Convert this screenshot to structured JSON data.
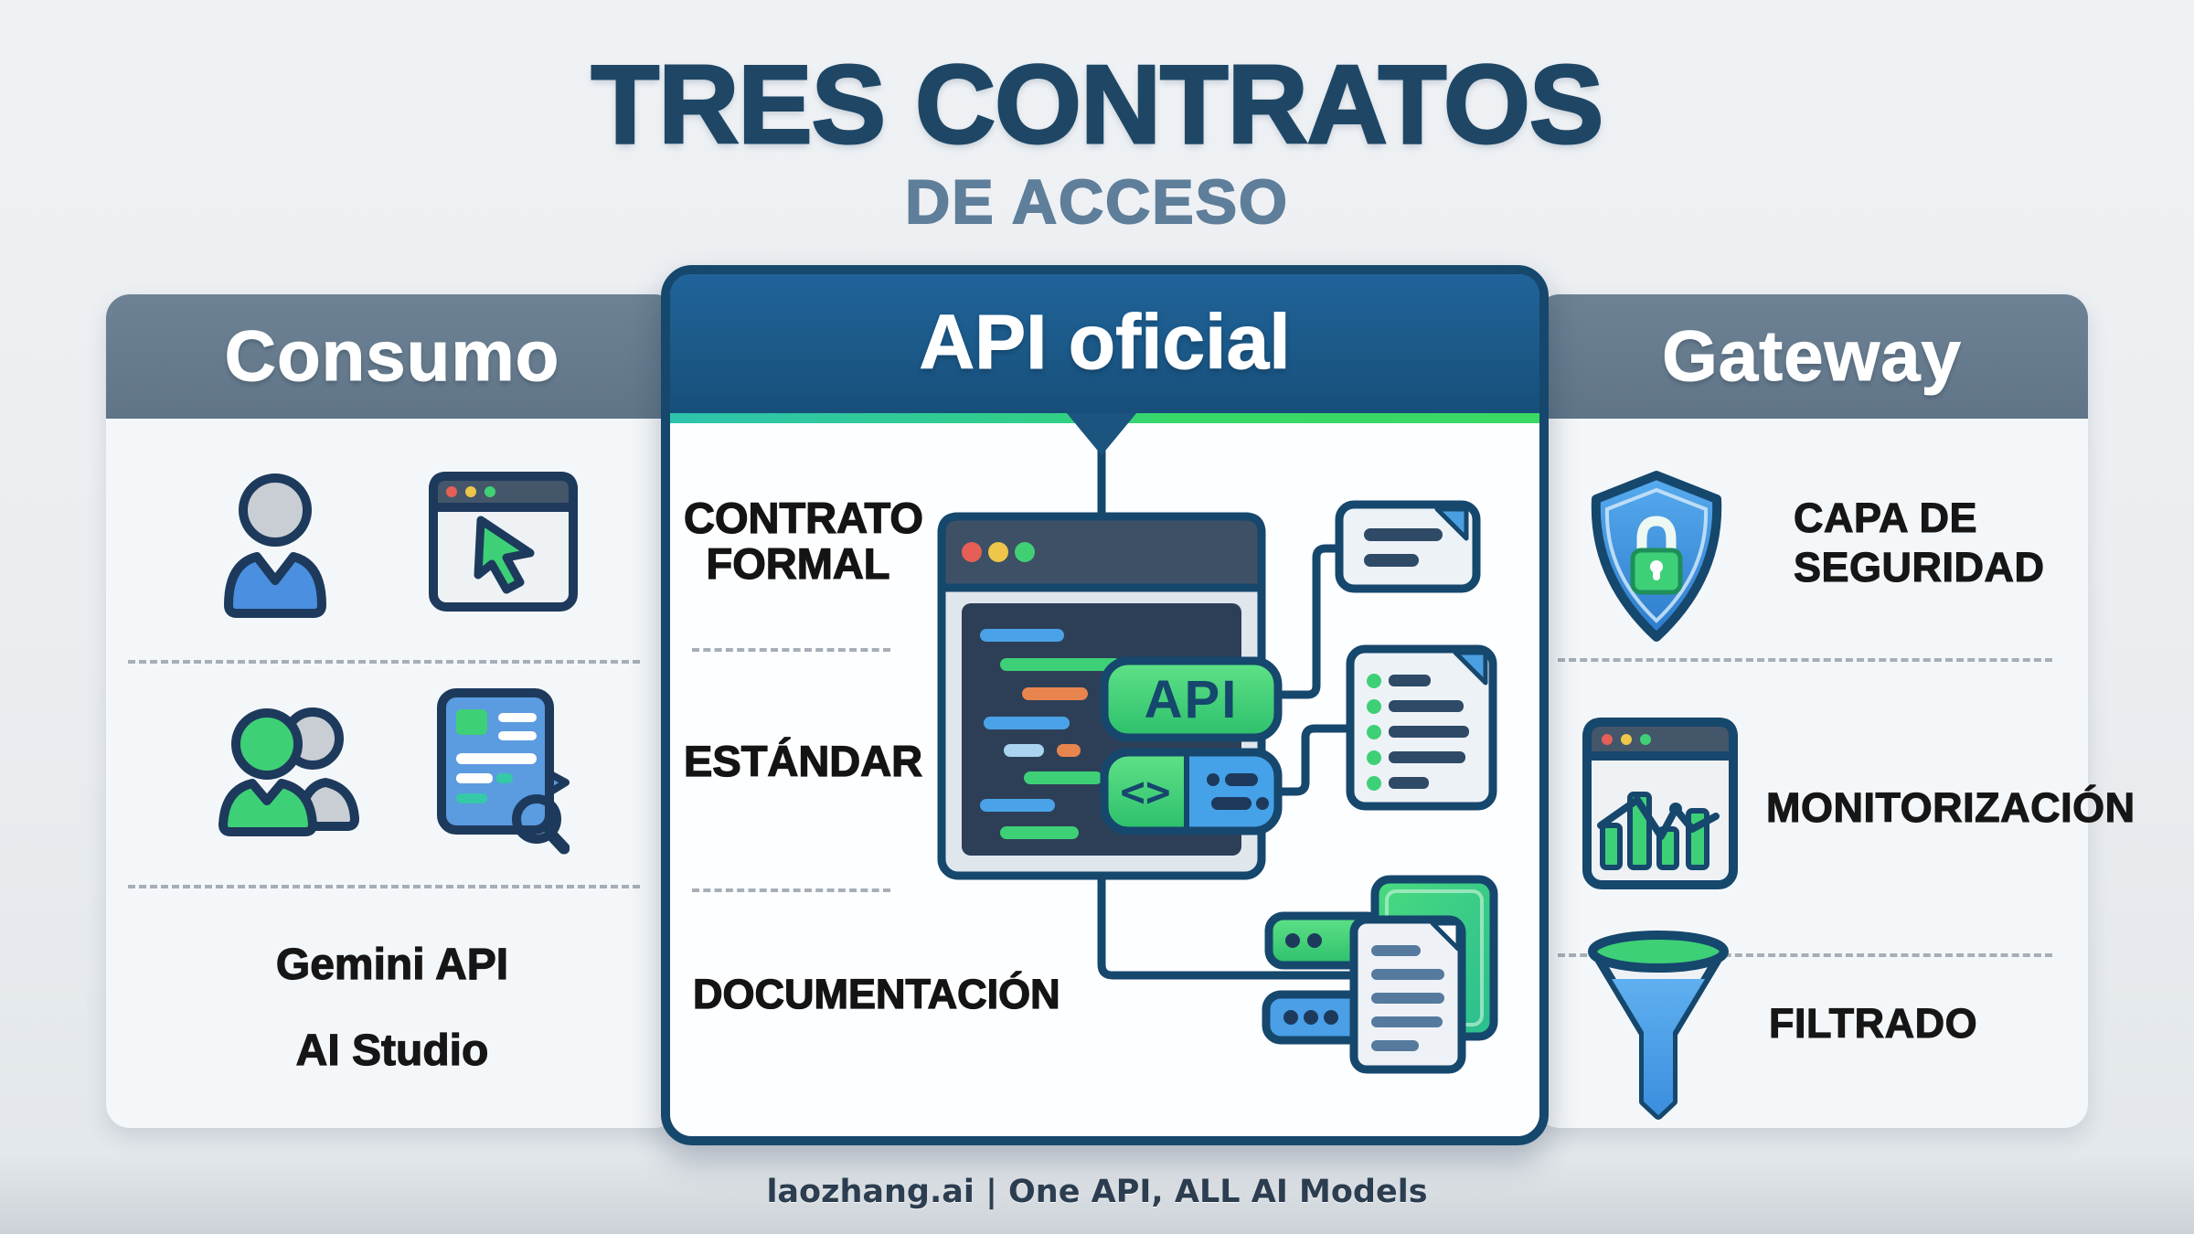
{
  "title": {
    "main": "TRES CONTRATOS",
    "subtitle": "DE ACCESO"
  },
  "panels": {
    "left": {
      "header": "Consumo",
      "icons_row1": [
        "user-icon",
        "browser-cursor-icon"
      ],
      "icons_row2": [
        "users-group-icon",
        "document-search-icon"
      ],
      "products": [
        "Gemini API",
        "AI Studio"
      ]
    },
    "center": {
      "header": "API oficial",
      "features": [
        "CONTRATO FORMAL",
        "ESTÁNDAR",
        "DOCUMENTACIÓN"
      ],
      "api_badge": "API",
      "code_badge": "<>"
    },
    "right": {
      "header": "Gateway",
      "items": [
        {
          "icon": "shield-lock-icon",
          "label": "CAPA DE SEGURIDAD"
        },
        {
          "icon": "monitoring-chart-icon",
          "label": "MONITORIZACIÓN"
        },
        {
          "icon": "funnel-icon",
          "label": "FILTRADO"
        }
      ]
    }
  },
  "footer": {
    "text": "laozhang.ai | One API, ALL AI Models"
  },
  "colors": {
    "background": "#eaedf0",
    "title_navy": "#1f4765",
    "subtitle_blue": "#5e7e9a",
    "slate_header": "#64798b",
    "panel_bg": "#f4f7f9",
    "card_border_navy": "#16476d",
    "card_header_blue": "#1b5988",
    "accent_teal": "#2ec4ad",
    "accent_green": "#3ad964",
    "icon_navy": "#1d3a5c",
    "icon_green": "#3ed077",
    "icon_blue": "#4a9fe6",
    "icon_orange": "#e8854f",
    "text_dark": "#161616",
    "footer_text": "#2c3e50"
  }
}
